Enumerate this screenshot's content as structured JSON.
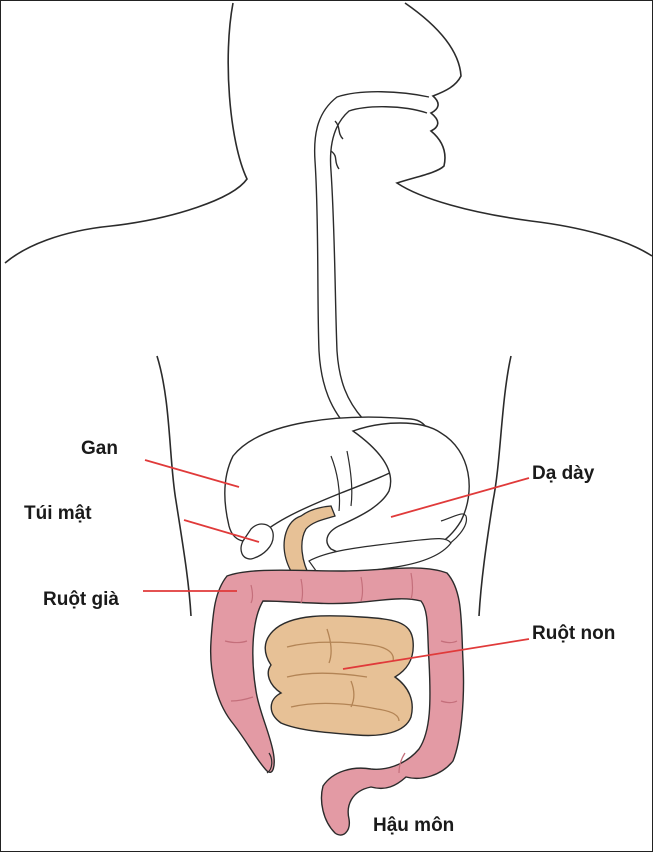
{
  "labels": {
    "gan": "Gan",
    "tui_mat": "Túi mật",
    "ruot_gia": "Ruột già",
    "da_day": "Dạ dày",
    "ruot_non": "Ruột non",
    "hau_mon": "Hậu môn"
  },
  "colors": {
    "outline": "#2b2b2b",
    "leader_line": "#e03a3a",
    "large_intestine": "#e39aa4",
    "small_intestine": "#e7c196",
    "label_text": "#1a1a1a"
  }
}
